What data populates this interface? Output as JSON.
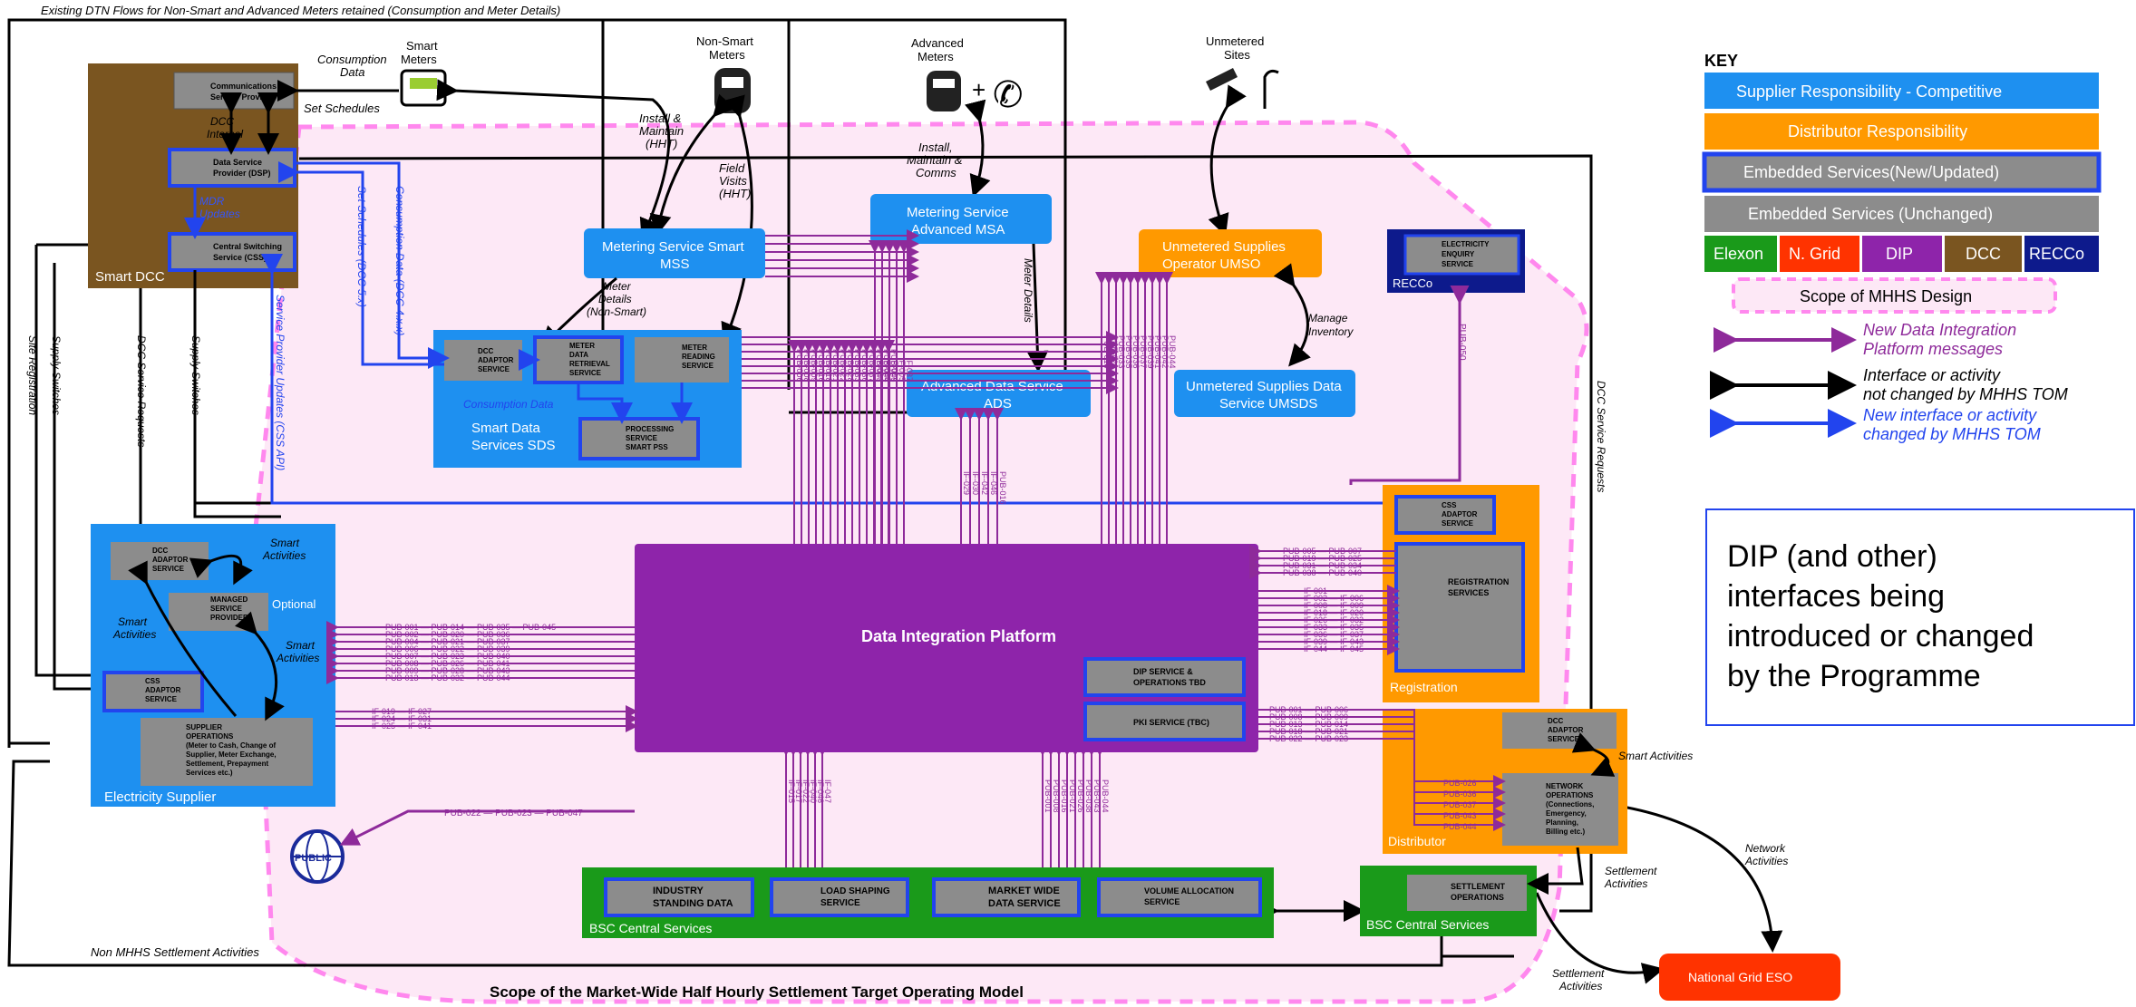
{
  "header": {
    "top_note": "Existing DTN Flows for Non-Smart and Advanced Meters retained (Consumption and Meter Details)",
    "scope_title": "Scope of the Market-Wide Half Hourly Settlement Target Operating Model"
  },
  "smart_dcc": {
    "title": "Smart DCC",
    "comms": [
      "Communications",
      "Service Provider"
    ],
    "dsp": [
      "Data Service",
      "Provider (DSP)"
    ],
    "css": [
      "Central Switching",
      "Service (CSS)"
    ],
    "dcc_internal": [
      "DCC",
      "Internal"
    ],
    "mdr_updates": [
      "MDR",
      "Updates"
    ]
  },
  "devices": {
    "smart_meters": [
      "Smart",
      "Meters"
    ],
    "non_smart_meters": [
      "Non-Smart",
      "Meters"
    ],
    "advanced_meters": [
      "Advanced",
      "Meters"
    ],
    "unmetered_sites": [
      "Unmetered",
      "Sites"
    ],
    "plus": "+"
  },
  "boxes": {
    "mss": [
      "Metering Service Smart",
      "MSS"
    ],
    "msa": [
      "Metering Service",
      "Advanced MSA"
    ],
    "umso": [
      "Unmetered Supplies",
      "Operator UMSO"
    ],
    "ads": [
      "Advanced Data Service",
      "ADS"
    ],
    "umsds": [
      "Unmetered Supplies Data",
      "Service UMSDS"
    ],
    "dip": "Data Integration Platform",
    "dip_ops": [
      "DIP SERVICE &",
      "OPERATIONS TBD"
    ],
    "pki": "PKI SERVICE (TBC)"
  },
  "sds": {
    "title": [
      "Smart Data",
      "Services SDS"
    ],
    "dcc_adaptor": [
      "DCC",
      "ADAPTOR",
      "SERVICE"
    ],
    "mdr": [
      "METER",
      "DATA",
      "RETRIEVAL",
      "SERVICE"
    ],
    "reading": [
      "METER",
      "READING",
      "SERVICE"
    ],
    "processing": [
      "PROCESSING",
      "SERVICE",
      "SMART PSS"
    ],
    "consumption_data": "Consumption Data"
  },
  "supplier": {
    "title": "Electricity Supplier",
    "dcc_adaptor": [
      "DCC",
      "ADAPTOR",
      "SERVICE"
    ],
    "managed": [
      "MANAGED",
      "SERVICE",
      "PROVIDER"
    ],
    "optional": "Optional",
    "css_adaptor": [
      "CSS",
      "ADAPTOR",
      "SERVICE"
    ],
    "operations": [
      "SUPPLIER",
      "OPERATIONS",
      "(Meter to Cash, Change of",
      "Supplier, Meter Exchange,",
      "Settlement, Prepayment",
      "Services etc.)"
    ]
  },
  "recco": {
    "title": "RECCo",
    "enquiry": [
      "ELECTRICITY",
      "ENQUIRY",
      "SERVICE"
    ]
  },
  "registration": {
    "title": "Registration",
    "css_adaptor": [
      "CSS",
      "ADAPTOR",
      "SERVICE"
    ],
    "services": [
      "REGISTRATION",
      "SERVICES"
    ]
  },
  "distributor": {
    "title": "Distributor",
    "dcc_adaptor": [
      "DCC",
      "ADAPTOR",
      "SERVICE"
    ],
    "network": [
      "NETWORK",
      "OPERATIONS",
      "(Connections,",
      "Emergency,",
      "Planning,",
      "Billing etc.)"
    ]
  },
  "bsc": {
    "title": "BSC Central Services",
    "industry": [
      "INDUSTRY",
      "STANDING DATA"
    ],
    "load": [
      "LOAD SHAPING",
      "SERVICE"
    ],
    "market": [
      "MARKET WIDE",
      "DATA SERVICE"
    ],
    "volume": [
      "VOLUME ALLOCATION",
      "SERVICE"
    ],
    "settlement_title": "BSC Central Services",
    "settlement": [
      "SETTLEMENT",
      "OPERATIONS"
    ]
  },
  "national_grid": "National Grid ESO",
  "public": "PUBLIC",
  "labels": {
    "consumption_data": [
      "Consumption",
      "Data"
    ],
    "set_schedules": "Set Schedules",
    "install_maintain_hht": [
      "Install &",
      "Maintain",
      "(HHT)"
    ],
    "field_visits": [
      "Field",
      "Visits",
      "(HHT)"
    ],
    "install_maintain_comms": [
      "Install,",
      "Maintain &",
      "Comms"
    ],
    "meter_details_ns": [
      "Meter",
      "Details",
      "(Non-Smart)"
    ],
    "meter_details": "Meter Details",
    "manage_inventory": [
      "Manage",
      "Inventory"
    ],
    "set_schedules_dcc": "Set Schedules (DCC 5.x)",
    "consumption_dcc": "Consumption Data (DCC 4.x.x)",
    "service_provider_updates": "Service Provider Updates (CSS API)",
    "site_registration": "Site Registration",
    "supply_switches_1": "Supply Switches",
    "dcc_service_requests_1": "DCC Service Requests",
    "supply_switches_2": "Supply Switches",
    "dcc_service_requests_2": "DCC Service Requests",
    "smart_activities_1": "Smart Activities",
    "smart_activities_2": [
      "Smart",
      "Activities"
    ],
    "smart_activities_3": [
      "Smart",
      "Activities"
    ],
    "smart_activities_dist": "Smart Activities",
    "network_activities": [
      "Network",
      "Activities"
    ],
    "settlement_activities_1": [
      "Settlement",
      "Activities"
    ],
    "settlement_activities_2": [
      "Settlement",
      "Activities"
    ],
    "non_mhhs": "Non MHHS Settlement Activities",
    "pub_050": "PUB-050",
    "public_flows": "PUB-022 — PUB-023 — PUB-047"
  },
  "flows": {
    "supplier_left": [
      "PUB-001 — PUB-014 — PUB-035 — PUB-045",
      "PUB-002 — PUB-020 — PUB-036",
      "PUB-004 — PUB-021 — PUB-037",
      "PUB-006 — PUB-022 — PUB-039",
      "PUB-007 — PUB-023 — PUB-040",
      "PUB-008 — PUB-026 — PUB-041",
      "PUB-009 — PUB-028 — PUB-043",
      "PUB-013 — PUB-032 — PUB-044"
    ],
    "supplier_if": [
      "IF-019 — IF-027",
      "IF-024 — IF-031",
      "IF-025 — IF-041"
    ],
    "registration_pub": [
      "PUB-005 — PUB-007",
      "PUB-019 — PUB-025",
      "PUB-031 — PUB-034",
      "PUB-038 — PUB-040"
    ],
    "registration_if": [
      "IF-001",
      "IF-002 — IF-006",
      "IF-008 — IF-009",
      "IF-018 — IF-020",
      "IF-026 — IF-032",
      "IF-033 — IF-035",
      "IF-036 — IF-037",
      "IF-039 — IF-043",
      "IF-044 — IF-045"
    ],
    "distributor_pub": [
      "PUB-001 — PUB-006",
      "PUB-008 — PUB-009",
      "PUB-013 — PUB-014",
      "PUB-018 — PUB-021",
      "PUB-022 — PUB-023"
    ],
    "network_pub": [
      "PUB-026",
      "PUB-036",
      "PUB-037",
      "PUB-043",
      "PUB-044"
    ],
    "sds_vertical": [
      "PUB-006",
      "PUB-008",
      "PUB-009",
      "PUB-016",
      "PUB-018",
      "PUB-021",
      "PUB-022",
      "PUB-028",
      "PUB-033",
      "PUB-036",
      "PUB-037",
      "PUB-043",
      "PUB-044",
      "PUB-045"
    ],
    "mss_if": [
      "IF-034",
      "IF-038",
      "IF-004",
      "IF-005",
      "IF-037"
    ],
    "ads_vertical": [
      "IF-029",
      "IF-030",
      "IF-042",
      "IF-046",
      "PUB-016"
    ],
    "ums_vertical": [
      "PUB-018",
      "PUB-028",
      "PUB-033",
      "PUB-035",
      "PUB-036",
      "PUB-037",
      "PUB-039",
      "PUB-041",
      "PUB-042",
      "PUB-044"
    ],
    "bsc_if": [
      "IF-015",
      "IF-017",
      "IF-022",
      "IF-040",
      "IF-046",
      "IF-047"
    ],
    "bsc_pub": [
      "PUB-001",
      "PUB-008",
      "PUB-016",
      "PUB-021",
      "PUB-026",
      "PUB-038",
      "PUB-043",
      "PUB-044"
    ]
  },
  "key": {
    "title": "KEY",
    "supplier": "Supplier Responsibility - Competitive",
    "distributor": "Distributor Responsibility",
    "embedded_new": "Embedded Services(New/Updated)",
    "embedded_unchanged": "Embedded Services (Unchanged)",
    "orgs": [
      "Elexon",
      "N. Grid",
      "DIP",
      "DCC",
      "RECCo"
    ],
    "scope": "Scope of MHHS Design",
    "purple": [
      "New Data Integration",
      "Platform messages"
    ],
    "black": [
      "Interface or activity",
      "not changed by MHHS TOM"
    ],
    "blue": [
      "New interface or activity",
      "changed by MHHS TOM"
    ]
  },
  "callout": [
    "DIP (and other)",
    "interfaces being",
    "introduced or changed",
    "by the Programme"
  ],
  "colors": {
    "supplier_blue": "#1e90f0",
    "distributor_orange": "#ff9900",
    "embedded_grey": "#8c8c8c",
    "elexon_green": "#1a9a1a",
    "ngrid_red": "#ff3300",
    "dip_purple": "#8e24aa",
    "dcc_brown": "#7a5520",
    "recco_navy": "#0d1a8c",
    "scope_pink": "#ff88ee",
    "new_blue": "#2244ee",
    "flow_purple": "#8e2a9a"
  }
}
